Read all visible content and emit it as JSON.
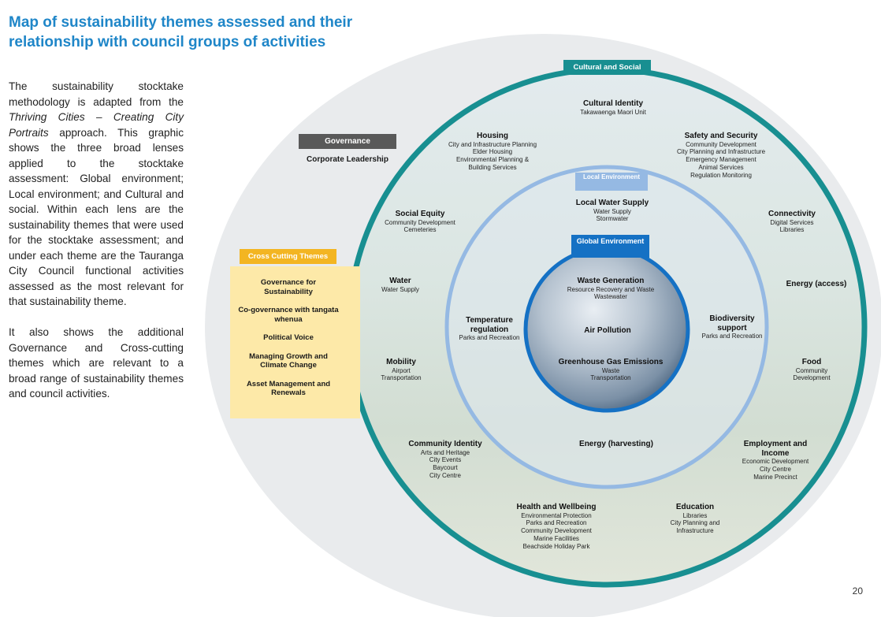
{
  "title_lines": [
    "Map of sustainability themes assessed and their",
    "relationship with council groups of activities"
  ],
  "body": {
    "p1_before": "The sustainability stocktake methodology is adapted from the ",
    "p1_italic": "Thriving Cities – Creating City Portraits",
    "p1_after": " approach. This graphic shows the three broad lenses applied to the stocktake assessment: Global environment; Local environment; and Cultural and social.  Within each lens are the sustainability themes that were used for the stocktake assessment; and under each theme are the Tauranga City Council functional activities assessed as the most relevant for that sustainability theme.",
    "p2": "It also shows the additional Governance and Cross-cutting themes which are relevant to a broad range of sustainability themes and council activities."
  },
  "page_number": "20",
  "colors": {
    "title": "#1f86c8",
    "cultural_ring": "#188f91",
    "local_ring": "#95b9e3",
    "global_ring": "#1571c4",
    "governance": "#595959",
    "cross_cutting": "#f3b522",
    "cross_cutting_bg": "#fde9a8"
  },
  "governance": {
    "label": "Governance",
    "item": "Corporate Leadership"
  },
  "cross_cutting": {
    "label": "Cross Cutting Themes",
    "items": [
      "Governance for Sustainability",
      "Co-governance with tangata whenua",
      "Political Voice",
      "Managing Growth and Climate Change",
      "Asset Management and Renewals"
    ]
  },
  "lenses": {
    "cultural": {
      "label": "Cultural and Social"
    },
    "local": {
      "label": "Local Environment"
    },
    "global": {
      "label": "Global Environment"
    }
  },
  "themes": {
    "cultural_identity": {
      "title": "Cultural Identity",
      "activities": [
        "Takawaenga Maori Unit"
      ]
    },
    "housing": {
      "title": "Housing",
      "activities": [
        "City and Infrastructure Planning",
        "Elder Housing",
        "Environmental Planning &",
        "Building Services"
      ]
    },
    "safety": {
      "title": "Safety and Security",
      "activities": [
        "Community Development",
        "City Planning and Infrastructure",
        "Emergency Management",
        "Animal Services",
        "Regulation Monitoring"
      ]
    },
    "social_equity": {
      "title": "Social Equity",
      "activities": [
        "Community Development",
        "Cemeteries"
      ]
    },
    "connectivity": {
      "title": "Connectivity",
      "activities": [
        "Digital Services",
        "Libraries"
      ]
    },
    "water": {
      "title": "Water",
      "activities": [
        "Water Supply"
      ]
    },
    "energy_access": {
      "title": "Energy (access)",
      "activities": []
    },
    "mobility": {
      "title": "Mobility",
      "activities": [
        "Airport",
        "Transportation"
      ]
    },
    "food": {
      "title": "Food",
      "activities": [
        "Community",
        "Development"
      ]
    },
    "community_identity": {
      "title": "Community Identity",
      "activities": [
        "Arts and Heritage",
        "City Events",
        "Baycourt",
        "City Centre"
      ]
    },
    "employment": {
      "title": "Employment and Income",
      "activities": [
        "Economic Development",
        "City Centre",
        "Marine Precinct"
      ]
    },
    "health": {
      "title": "Health and Wellbeing",
      "activities": [
        "Environmental Protection",
        "Parks and Recreation",
        "Community Development",
        "Marine Facilities",
        "Beachside Holiday Park"
      ]
    },
    "education": {
      "title": "Education",
      "activities": [
        "Libraries",
        "City Planning and",
        "Infrastructure"
      ]
    },
    "local_water": {
      "title": "Local Water Supply",
      "activities": [
        "Water Supply",
        "Stormwater"
      ]
    },
    "temperature": {
      "title": "Temperature regulation",
      "activities": [
        "Parks and Recreation"
      ]
    },
    "biodiversity": {
      "title": "Biodiversity support",
      "activities": [
        "Parks and Recreation"
      ]
    },
    "energy_harvesting": {
      "title": "Energy (harvesting)",
      "activities": []
    },
    "waste": {
      "title": "Waste Generation",
      "activities": [
        "Resource Recovery and Waste",
        "Wastewater"
      ]
    },
    "air_pollution": {
      "title": "Air Pollution",
      "activities": []
    },
    "ghg": {
      "title": "Greenhouse Gas Emissions",
      "activities": [
        "Waste",
        "Transportation"
      ]
    }
  }
}
